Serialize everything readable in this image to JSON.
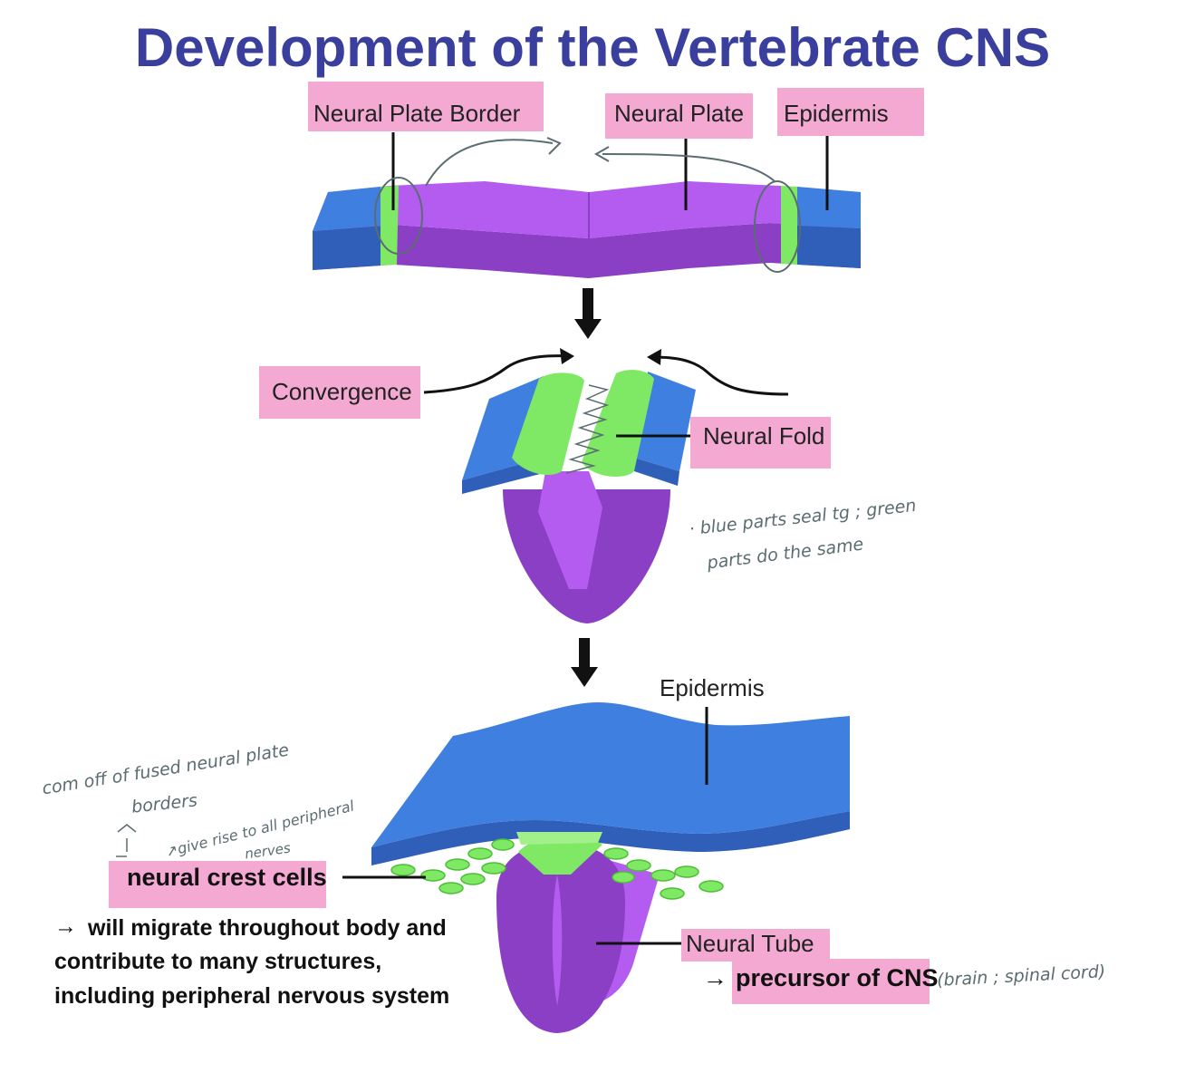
{
  "title": "Development of the Vertebrate CNS",
  "colors": {
    "title": "#3a3f9e",
    "highlight": "#f4a9d3",
    "epidermis": "#3f7fe0",
    "epidermis_dark": "#2f5fb8",
    "neural_plate": "#b45cf0",
    "neural_plate_dark": "#8a3fc4",
    "border_green": "#7fe864",
    "handwriting": "#5a6d70"
  },
  "labels": {
    "neural_plate_border": "Neural Plate Border",
    "neural_plate": "Neural Plate",
    "epidermis_top": "Epidermis",
    "convergence": "Convergence",
    "neural_fold": "Neural Fold",
    "epidermis_bottom": "Epidermis",
    "neural_crest_cells": "neural crest cells",
    "neural_tube": "Neural Tube",
    "precursor_arrow": "→",
    "precursor": "precursor of CNS",
    "migrate_arrow": "→",
    "migrate_line1": "will migrate throughout body and",
    "migrate_line2": "contribute to many structures,",
    "migrate_line3": "including peripheral nervous system"
  },
  "notes": {
    "blue_parts_1": "· blue parts seal tg ; green",
    "blue_parts_2": "parts do the same",
    "fused_1": "com off of fused neural plate",
    "fused_2": "borders",
    "peripheral_1": "↗give rise to all peripheral",
    "peripheral_2": "nerves",
    "brain_spinal": "(brain ; spinal cord)"
  }
}
